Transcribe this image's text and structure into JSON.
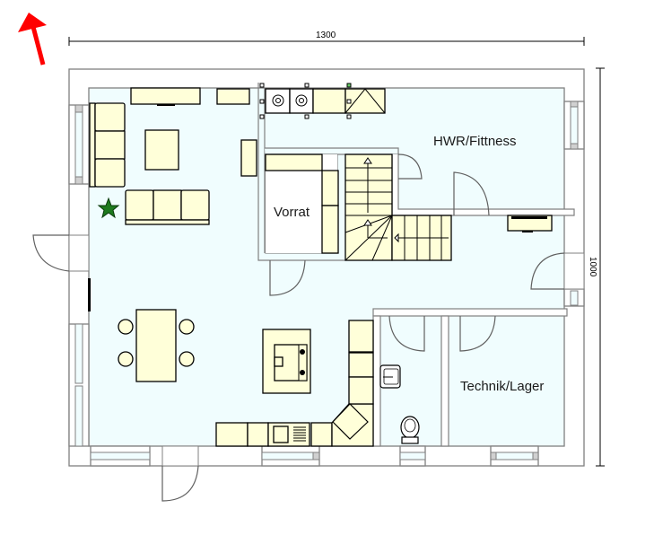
{
  "plan": {
    "dimensions": {
      "width_label": "1300",
      "height_label": "1000"
    },
    "rooms": [
      {
        "id": "hwr",
        "label": "HWR/Fittness"
      },
      {
        "id": "vorrat",
        "label": "Vorrat"
      },
      {
        "id": "technik",
        "label": "Technik/Lager"
      }
    ],
    "north_arrow": {
      "icon": "north-arrow-icon",
      "color": "#ff0000"
    },
    "colors": {
      "floor": "#f0fdfe",
      "furniture": "#ffffd9",
      "wall": "#808080",
      "plant": "#1e7a1e",
      "selected_handle": "#66cc66"
    }
  }
}
